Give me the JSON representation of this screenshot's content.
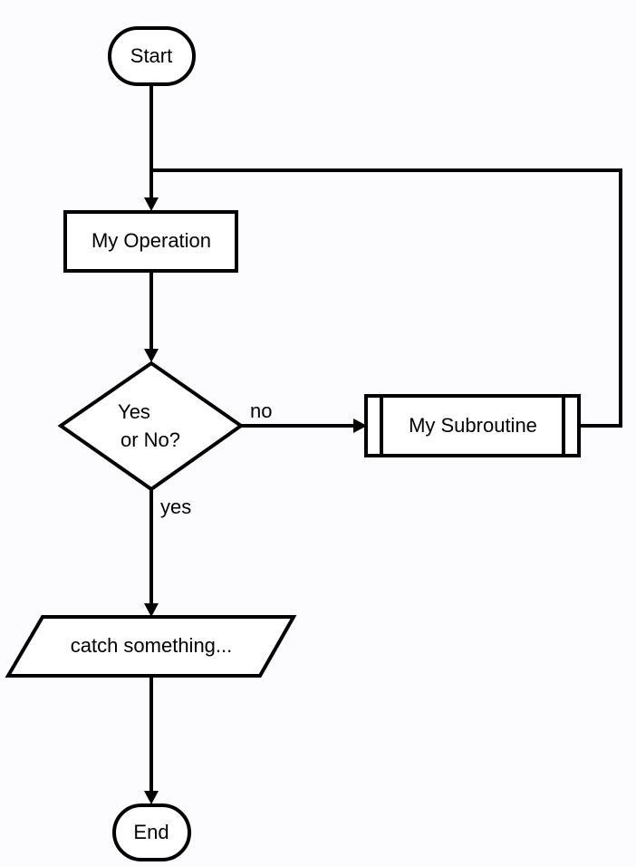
{
  "nodes": {
    "start": "Start",
    "operation": "My Operation",
    "decision_line1": "Yes",
    "decision_line2": "or No?",
    "subroutine": "My Subroutine",
    "io": "catch something...",
    "end": "End"
  },
  "edges": {
    "no_label": "no",
    "yes_label": "yes"
  }
}
